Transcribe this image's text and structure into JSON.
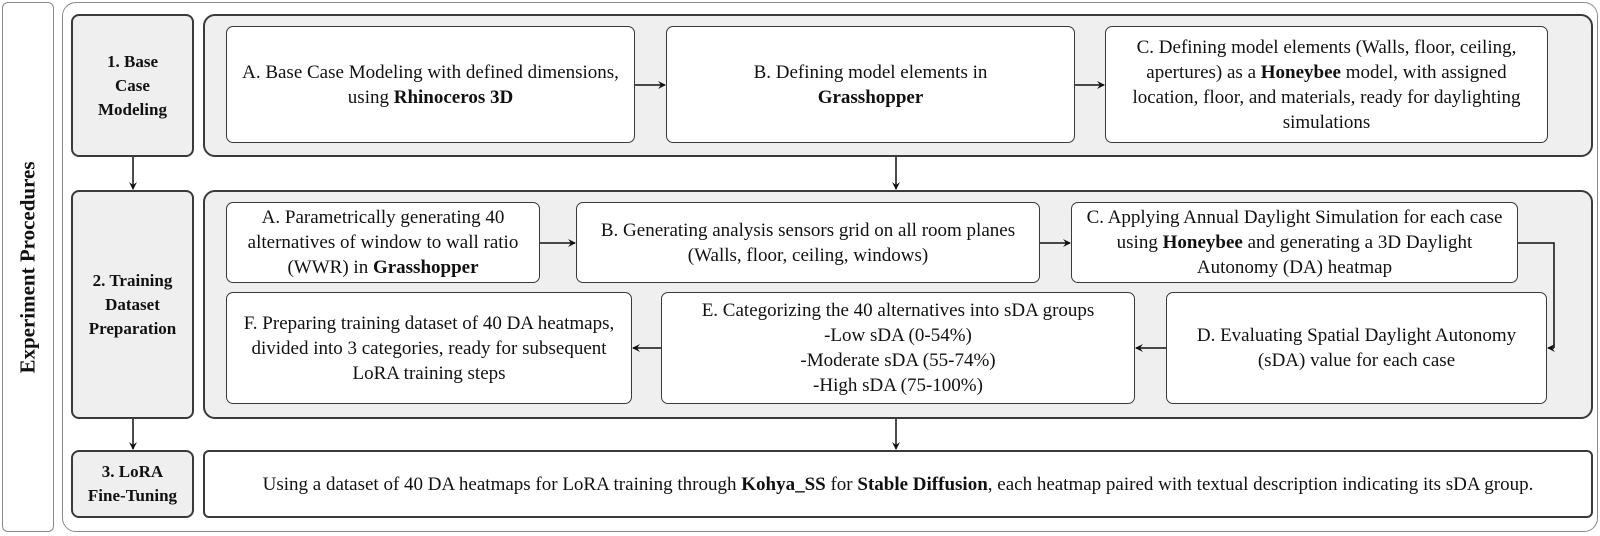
{
  "title": "Experiment Procedures",
  "stages": [
    {
      "label_line1": "1. Base",
      "label_line2": "Case",
      "label_line3": "Modeling"
    },
    {
      "label_line1": "2. Training",
      "label_line2": "Dataset",
      "label_line3": "Preparation"
    },
    {
      "label_line1": "3. LoRA",
      "label_line2": "Fine-Tuning"
    }
  ],
  "stage1": {
    "A": {
      "pre": "A. Base Case Modeling with defined dimensions, using ",
      "bold": "Rhinoceros 3D",
      "post": ""
    },
    "B": {
      "pre": "B. Defining model elements in ",
      "bold": "Grasshopper",
      "post": ""
    },
    "C": {
      "pre": "C. Defining model elements (Walls, floor, ceiling, apertures) as a ",
      "bold": "Honeybee",
      "post": " model, with assigned location, floor, and materials, ready for daylighting simulations"
    }
  },
  "stage2": {
    "A": {
      "pre": "A. Parametrically generating 40 alternatives of window to wall ratio (WWR) in ",
      "bold": "Grasshopper",
      "post": ""
    },
    "B": {
      "text": "B. Generating analysis sensors grid on all room planes (Walls, floor, ceiling, windows)"
    },
    "C": {
      "pre": "C. Applying Annual Daylight Simulation for each case using ",
      "bold": "Honeybee",
      "post": " and generating a 3D Daylight Autonomy (DA) heatmap"
    },
    "D": {
      "text": "D. Evaluating Spatial Daylight Autonomy (sDA) value for each case"
    },
    "E": {
      "heading": "E. Categorizing the 40 alternatives into sDA groups",
      "groups": [
        "-Low sDA (0-54%)",
        "-Moderate sDA (55-74%)",
        "-High sDA (75-100%)"
      ]
    },
    "F": {
      "text": "F. Preparing training dataset of 40 DA heatmaps, divided into 3 categories, ready for subsequent LoRA training steps"
    }
  },
  "stage3": {
    "pre": "Using a dataset of 40 DA heatmaps for LoRA training through ",
    "bold1": "Kohya_SS",
    "mid": " for ",
    "bold2": "Stable Diffusion",
    "post": ", each heatmap paired with textual description indicating its sDA group."
  }
}
